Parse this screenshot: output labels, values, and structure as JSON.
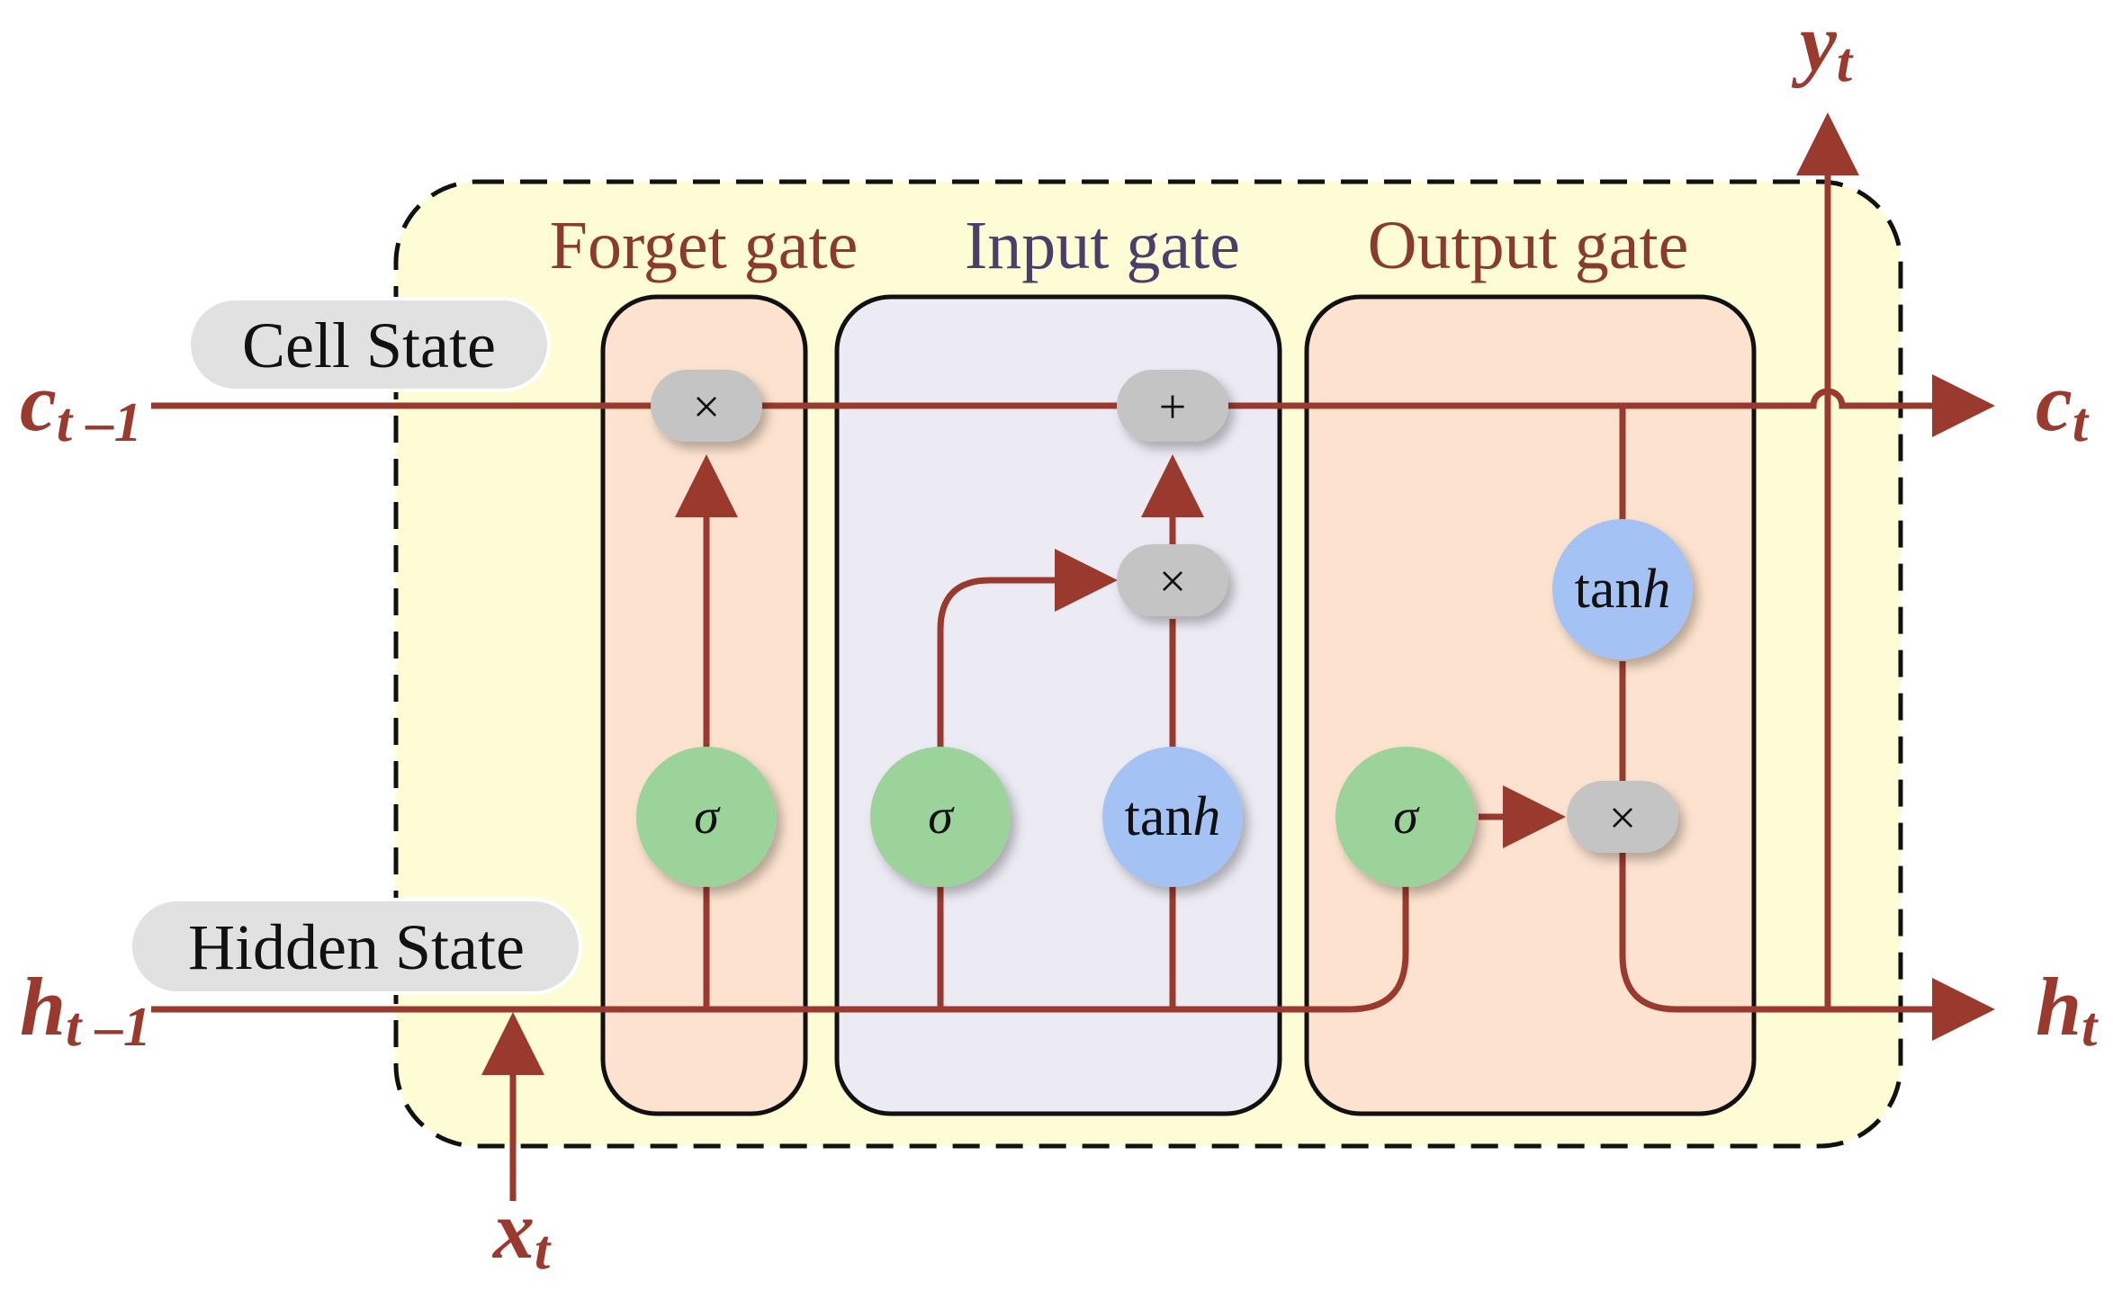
{
  "colors": {
    "line": "#9a3a2e",
    "outer_fill": "#fefcd5",
    "forget_fill": "#fde3cf",
    "input_fill": "#ecebf4",
    "output_fill": "#fde3cf",
    "sigma_node": "#9bd39b",
    "tanh_node": "#a4c2f4",
    "op_node": "#c4c4c4",
    "label_pill": "#e1e1e1",
    "forget_title": "#8b3a2e",
    "input_title": "#4a3f6b",
    "output_title": "#8b3a2e"
  },
  "gates": {
    "forget": "Forget gate",
    "input": "Input gate",
    "output": "Output gate"
  },
  "labels": {
    "cell_state": "Cell State",
    "hidden_state": "Hidden State"
  },
  "variables": {
    "c_prev": {
      "main": "c",
      "sub": "t –1"
    },
    "c_next": {
      "main": "c",
      "sub": "t"
    },
    "h_prev": {
      "main": "h",
      "sub": "t –1"
    },
    "h_next": {
      "main": "h",
      "sub": "t"
    },
    "x_in": {
      "main": "x",
      "sub": "t"
    },
    "y_out": {
      "main": "y",
      "sub": "t"
    }
  },
  "nodes": {
    "times": "×",
    "plus": "+",
    "sigma": "σ",
    "tanh_prefix": "tan",
    "tanh_suffix": "h"
  }
}
